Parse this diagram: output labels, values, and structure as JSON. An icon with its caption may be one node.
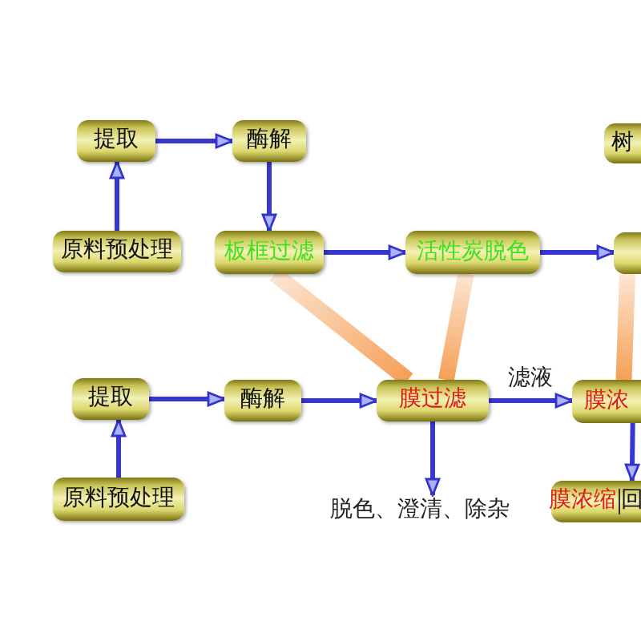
{
  "diagram": {
    "nodes": [
      {
        "text": [
          "提取"
        ]
      },
      {
        "text": [
          "酶解"
        ]
      },
      {
        "text": [
          "树"
        ]
      },
      {
        "text": [
          "原料预处理"
        ]
      },
      {
        "text": [
          "板框过滤"
        ]
      },
      {
        "text": [
          "活性炭脱色"
        ]
      },
      {
        "text": [],
        "shape": "box"
      },
      {
        "text": [
          "提取"
        ]
      },
      {
        "text": [
          "酶解"
        ]
      },
      {
        "text": [
          "膜过滤"
        ]
      },
      {
        "text": [
          "膜浓"
        ]
      },
      {
        "text": [
          "原料预处理"
        ]
      },
      {
        "text": [
          "脱色、澄清、除杂"
        ]
      },
      {
        "text": [
          "膜浓缩",
          "回"
        ]
      }
    ],
    "edges": [
      {
        "from": 3,
        "to": 0,
        "arrow": "to"
      },
      {
        "from": 0,
        "to": 1,
        "arrow": "to"
      },
      {
        "from": 1,
        "to": 4,
        "arrow": "to"
      },
      {
        "from": 4,
        "to": 5,
        "arrow": "to"
      },
      {
        "from": 5,
        "to": 6,
        "arrow": "to"
      },
      {
        "from": 4,
        "to": 9,
        "arrow": "none",
        "style": "thick",
        "color": "#f59a4e"
      },
      {
        "from": 5,
        "to": 9,
        "arrow": "none",
        "style": "thick",
        "color": "#f59a4e"
      },
      {
        "from": 6,
        "to": 10,
        "arrow": "none",
        "style": "thick",
        "color": "#f59a4e"
      },
      {
        "from": 11,
        "to": 7,
        "arrow": "to"
      },
      {
        "from": 7,
        "to": 8,
        "arrow": "to"
      },
      {
        "from": 8,
        "to": 9,
        "arrow": "to"
      },
      {
        "from": 9,
        "to": 10,
        "arrow": "to",
        "label": "滤液"
      },
      {
        "from": 9,
        "to": 12,
        "arrow": "to"
      },
      {
        "from": 10,
        "to": 13,
        "arrow": "to"
      }
    ]
  }
}
